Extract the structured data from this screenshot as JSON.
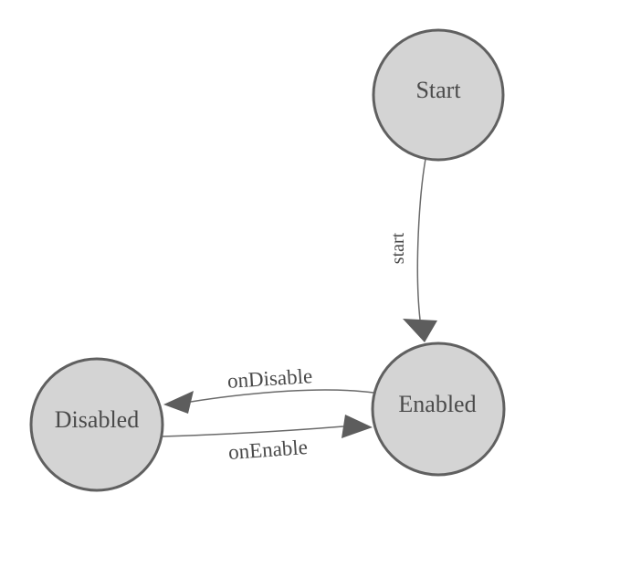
{
  "diagram": {
    "type": "state-machine",
    "nodes": [
      {
        "id": "start",
        "label": "Start"
      },
      {
        "id": "enabled",
        "label": "Enabled"
      },
      {
        "id": "disabled",
        "label": "Disabled"
      }
    ],
    "edges": [
      {
        "from": "Start",
        "to": "Enabled",
        "label": "start"
      },
      {
        "from": "Enabled",
        "to": "Disabled",
        "label": "onDisable"
      },
      {
        "from": "Disabled",
        "to": "Enabled",
        "label": "onEnable"
      }
    ],
    "colors": {
      "background": "#ffffff",
      "node_fill": "#d4d4d4",
      "node_border": "#606060",
      "edge_line": "#6a6a6a",
      "arrowhead": "#5d5d5d",
      "text": "#4a4a4a"
    }
  }
}
